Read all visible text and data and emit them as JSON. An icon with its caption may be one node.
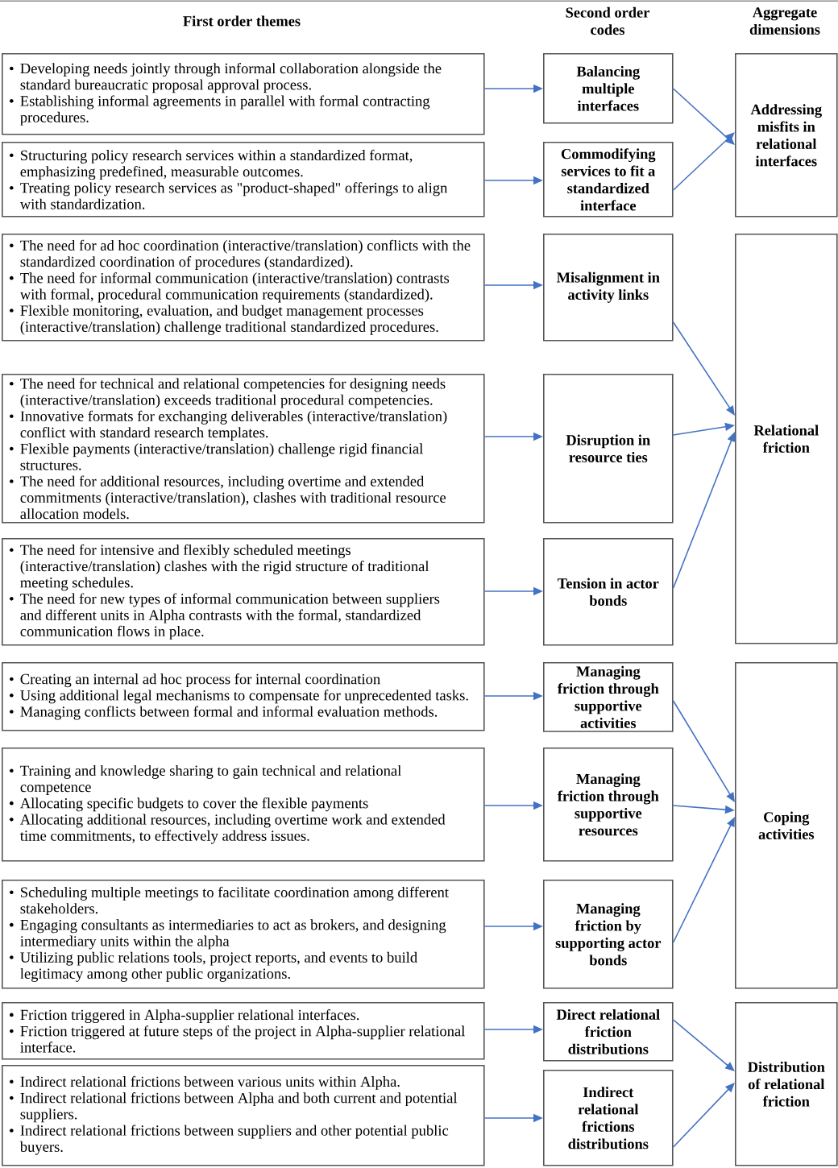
{
  "diagram": {
    "nodes": [
      {
        "text": [
          "Developing needs jointly through informal collaboration alongside the standard bureaucratic proposal approval process.",
          "Establishing informal agreements in parallel with formal contracting procedures."
        ]
      },
      {
        "text": [
          "Balancing multiple interfaces"
        ]
      },
      {
        "text": [
          "Addressing misfits in relational interfaces"
        ]
      },
      {
        "text": [
          "Structuring policy research services within a standardized format, emphasizing predefined, measurable outcomes.",
          "Treating policy research services as \"product-shaped\" offerings to align with standardization."
        ]
      },
      {
        "text": [
          "Commodifying services to fit a standardized interface"
        ]
      },
      {
        "text": [
          "The need for ad hoc coordination (interactive/translation) conflicts with the standardized coordination of procedures (standardized).",
          "The need for informal communication (interactive/translation) contrasts with formal, procedural communication requirements (standardized).",
          "Flexible monitoring, evaluation, and budget management processes (interactive/translation) challenge traditional standardized procedures."
        ]
      },
      {
        "text": [
          "Misalignment in activity links"
        ]
      },
      {
        "text": [
          "Relational friction"
        ]
      },
      {
        "text": [
          "The need for technical and relational competencies for designing needs (interactive/translation) exceeds traditional procedural competencies.",
          "Innovative formats for exchanging deliverables (interactive/translation) conflict with standard research templates.",
          "Flexible payments (interactive/translation) challenge rigid financial structures.",
          "The need for additional resources, including overtime and extended commitments (interactive/translation), clashes with traditional resource allocation models."
        ]
      },
      {
        "text": [
          "Disruption in resource ties"
        ]
      },
      {
        "text": [
          "The need for intensive and flexibly scheduled meetings (interactive/translation) clashes with the rigid structure of traditional meeting schedules.",
          "The need for new types of informal communication between suppliers and different units in Alpha contrasts with the formal, standardized communication flows in place."
        ]
      },
      {
        "text": [
          "Tension in actor bonds"
        ]
      },
      {
        "text": [
          "Creating an internal ad hoc process for internal coordination",
          "Using additional legal mechanisms to compensate for unprecedented tasks.",
          "Managing conflicts between formal and informal evaluation methods."
        ]
      },
      {
        "text": [
          "Managing friction through supportive activities"
        ]
      },
      {
        "text": [
          "Coping activities"
        ]
      },
      {
        "text": [
          "Training and knowledge sharing to gain technical and relational competence",
          "Allocating specific budgets to cover the flexible payments",
          "Allocating additional resources, including overtime work and extended time commitments, to effectively address issues."
        ]
      },
      {
        "text": [
          "Managing friction through supportive resources"
        ]
      },
      {
        "text": [
          "Scheduling multiple meetings to facilitate coordination among different stakeholders.",
          "Engaging consultants as intermediaries to act as brokers, and designing intermediary units within the alpha",
          "Utilizing public relations tools, project reports, and events to build legitimacy among other public organizations."
        ]
      },
      {
        "text": [
          "Managing friction by supporting actor bonds"
        ]
      },
      {
        "text": [
          "Friction triggered in Alpha-supplier relational interfaces.",
          "Friction triggered at future steps of the project in Alpha-supplier relational interface."
        ]
      },
      {
        "text": [
          "Direct relational friction distributions"
        ]
      },
      {
        "text": [
          "Distribution of relational friction"
        ]
      },
      {
        "text": [
          "Indirect relational frictions between various units within Alpha.",
          "Indirect relational frictions between Alpha and both current and potential suppliers.",
          "Indirect relational frictions between suppliers and other potential public buyers."
        ]
      },
      {
        "text": [
          "Indirect relational frictions distributions"
        ]
      }
    ],
    "edges": [
      {
        "from": 0,
        "to": 1,
        "arrow": "to"
      },
      {
        "from": 1,
        "to": 2,
        "arrow": "to"
      },
      {
        "from": 3,
        "to": 4,
        "arrow": "to"
      },
      {
        "from": 4,
        "to": 2,
        "arrow": "to"
      },
      {
        "from": 5,
        "to": 6,
        "arrow": "to"
      },
      {
        "from": 6,
        "to": 7,
        "arrow": "to"
      },
      {
        "from": 8,
        "to": 9,
        "arrow": "to"
      },
      {
        "from": 9,
        "to": 7,
        "arrow": "to"
      },
      {
        "from": 10,
        "to": 11,
        "arrow": "to"
      },
      {
        "from": 11,
        "to": 7,
        "arrow": "to"
      },
      {
        "from": 12,
        "to": 13,
        "arrow": "to"
      },
      {
        "from": 13,
        "to": 14,
        "arrow": "to"
      },
      {
        "from": 15,
        "to": 16,
        "arrow": "to"
      },
      {
        "from": 16,
        "to": 14,
        "arrow": "to"
      },
      {
        "from": 17,
        "to": 18,
        "arrow": "to"
      },
      {
        "from": 18,
        "to": 14,
        "arrow": "to"
      },
      {
        "from": 19,
        "to": 20,
        "arrow": "to"
      },
      {
        "from": 20,
        "to": 21,
        "arrow": "to"
      },
      {
        "from": 22,
        "to": 23,
        "arrow": "to"
      },
      {
        "from": 23,
        "to": 21,
        "arrow": "to"
      }
    ],
    "labels": [
      "First order themes",
      "Second order codes",
      "Aggregate dimensions"
    ]
  }
}
